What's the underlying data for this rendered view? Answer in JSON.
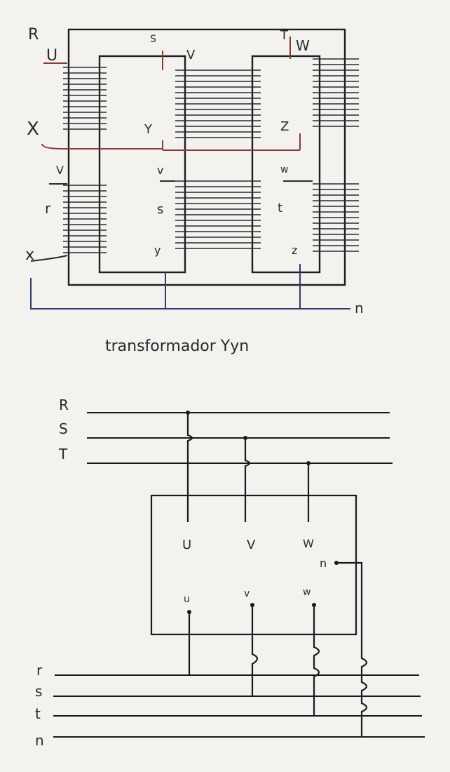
{
  "top_diagram": {
    "caption": "transformador Yyn",
    "primary_labels": {
      "R": "R",
      "U": "U",
      "X": "X",
      "V": "V",
      "Y": "Y",
      "T": "T",
      "W": "W",
      "Z": "Z",
      "extra_mark": "S"
    },
    "secondary_labels": {
      "v_label": "V",
      "r": "r",
      "x": "x",
      "v": "v",
      "s": "s",
      "y": "y",
      "w": "w",
      "t": "t",
      "z": "z"
    },
    "neutral_label": "n"
  },
  "bottom_diagram": {
    "primary_bus": [
      "R",
      "S",
      "T"
    ],
    "primary_terminals": [
      "U",
      "V",
      "W"
    ],
    "secondary_terminals": [
      "u",
      "v",
      "w"
    ],
    "neutral_terminal": "n",
    "secondary_bus": [
      "r",
      "s",
      "t",
      "n"
    ]
  }
}
